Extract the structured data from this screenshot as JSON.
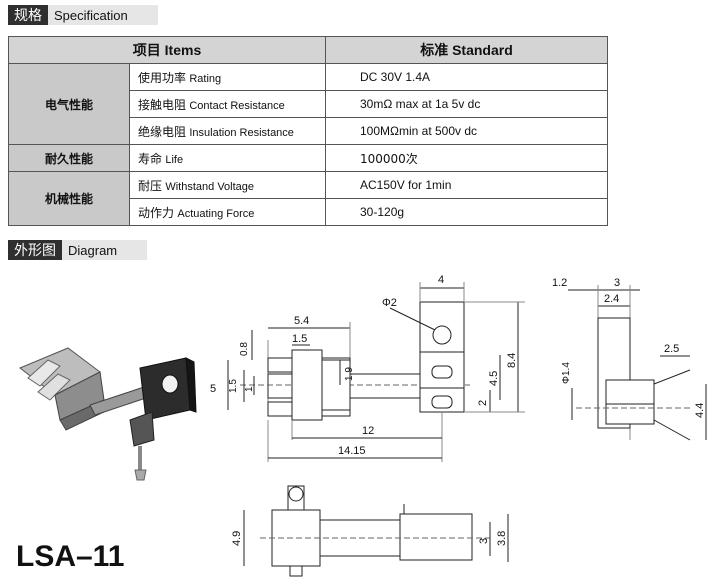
{
  "spec_section": {
    "title_cn": "规格",
    "title_en": "Specification"
  },
  "table": {
    "header_items": "项目 Items",
    "header_standard": "标准 Standard",
    "groups": {
      "electrical": "电气性能",
      "durability": "耐久性能",
      "mechanical": "机械性能"
    },
    "rows": [
      {
        "item_cn": "使用功率",
        "item_en": "Rating",
        "value": "DC 30V 1.4A"
      },
      {
        "item_cn": "接触电阻",
        "item_en": "Contact Resistance",
        "value": "30mΩ max at 1a 5v dc"
      },
      {
        "item_cn": "绝缘电阻",
        "item_en": "Insulation Resistance",
        "value": "100MΩmin at 500v dc"
      },
      {
        "item_cn": "寿命",
        "item_en": "Life",
        "value": "100000次"
      },
      {
        "item_cn": "耐压",
        "item_en": "Withstand Voltage",
        "value": "AC150V for 1min"
      },
      {
        "item_cn": "动作力",
        "item_en": "Actuating Force",
        "value": "30-120g"
      }
    ]
  },
  "diagram_section": {
    "title_cn": "外形图",
    "title_en": "Diagram"
  },
  "dimensions": {
    "d_4": "4",
    "d_phi2": "Φ2",
    "d_5_4": "5.4",
    "d_1_5": "1.5",
    "d_0_8": "0.8",
    "d_1_9": "1.9",
    "d_5": "5",
    "d_1_5b": "1.5",
    "d_1": "1",
    "d_4_5": "4.5",
    "d_8_4": "8.4",
    "d_2": "2",
    "d_12": "12",
    "d_14_15": "14.15",
    "d_1_2": "1.2",
    "d_3": "3",
    "d_2_4": "2.4",
    "d_2_5": "2.5",
    "d_phi1_4": "Φ1.4",
    "d_4_4": "4.4",
    "d_4_9": "4.9",
    "d_3b": "3",
    "d_3_8": "3.8"
  },
  "model": "LSA–11"
}
